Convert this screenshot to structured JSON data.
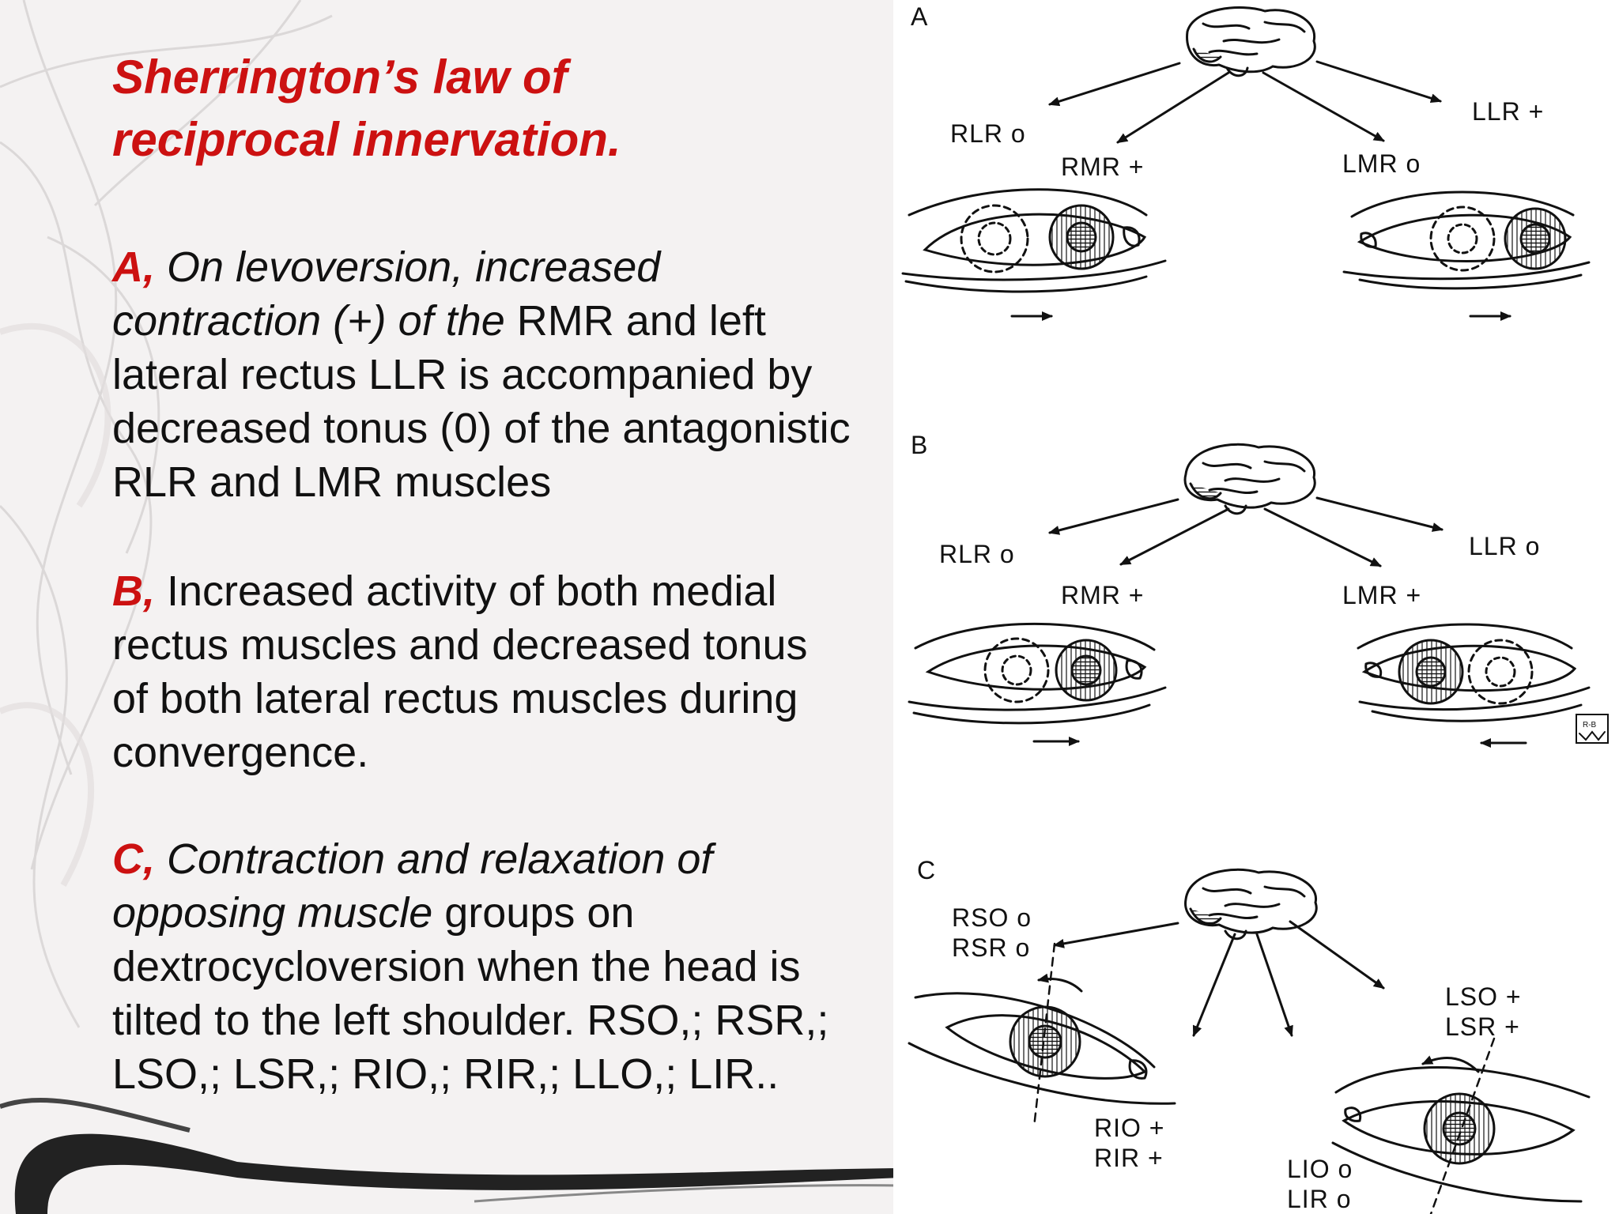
{
  "slide": {
    "title_lines": [
      "Sherrington’s law of",
      "reciprocal innervation."
    ],
    "paragraph_a": {
      "lead": "A,",
      "lines": [
        {
          "italic": " On levoversion, increased",
          "plain": ""
        },
        {
          "italic": "contraction (+) of the",
          "plain": " RMR and left"
        },
        {
          "italic": "",
          "plain": "lateral rectus LLR is accompanied by"
        },
        {
          "italic": "",
          "plain": "decreased tonus (0) of the antagonistic"
        },
        {
          "italic": "",
          "plain": "RLR and LMR muscles"
        }
      ]
    },
    "paragraph_b": {
      "lead": "B,",
      "lines": [
        " Increased activity of both medial",
        "rectus muscles and decreased tonus",
        "of both lateral rectus muscles during",
        "convergence."
      ]
    },
    "paragraph_c": {
      "lead": "C,",
      "lines": [
        {
          "italic": " Contraction and relaxation of",
          "plain": ""
        },
        {
          "italic": "opposing muscle",
          "plain": " groups on"
        },
        {
          "italic": "",
          "plain": "dextrocycloversion when the head is"
        },
        {
          "italic": "",
          "plain": "tilted to the left shoulder. RSO,; RSR,;"
        },
        {
          "italic": "",
          "plain": "LSO,; LSR,; RIO,; RIR,; LLO,; LIR.."
        }
      ]
    }
  },
  "figure": {
    "panel_a": {
      "letter": "A",
      "labels": {
        "rlr": "RLR o",
        "rmr": "RMR +",
        "lmr": "LMR o",
        "llr": "LLR +"
      }
    },
    "panel_b": {
      "letter": "B",
      "labels": {
        "rlr": "RLR o",
        "rmr": "RMR +",
        "lmr": "LMR +",
        "llr": "LLR o"
      },
      "signature": "R-B"
    },
    "panel_c": {
      "letter": "C",
      "labels": {
        "rso": "RSO o",
        "rsr": "RSR o",
        "lso": "LSO +",
        "lsr": "LSR +",
        "rio": "RIO +",
        "rir": "RIR +",
        "lio": "LIO o",
        "lir": "LIR o"
      }
    }
  },
  "colors": {
    "accent": "#cc1111",
    "text": "#111111",
    "background": "#f4f2f2"
  }
}
